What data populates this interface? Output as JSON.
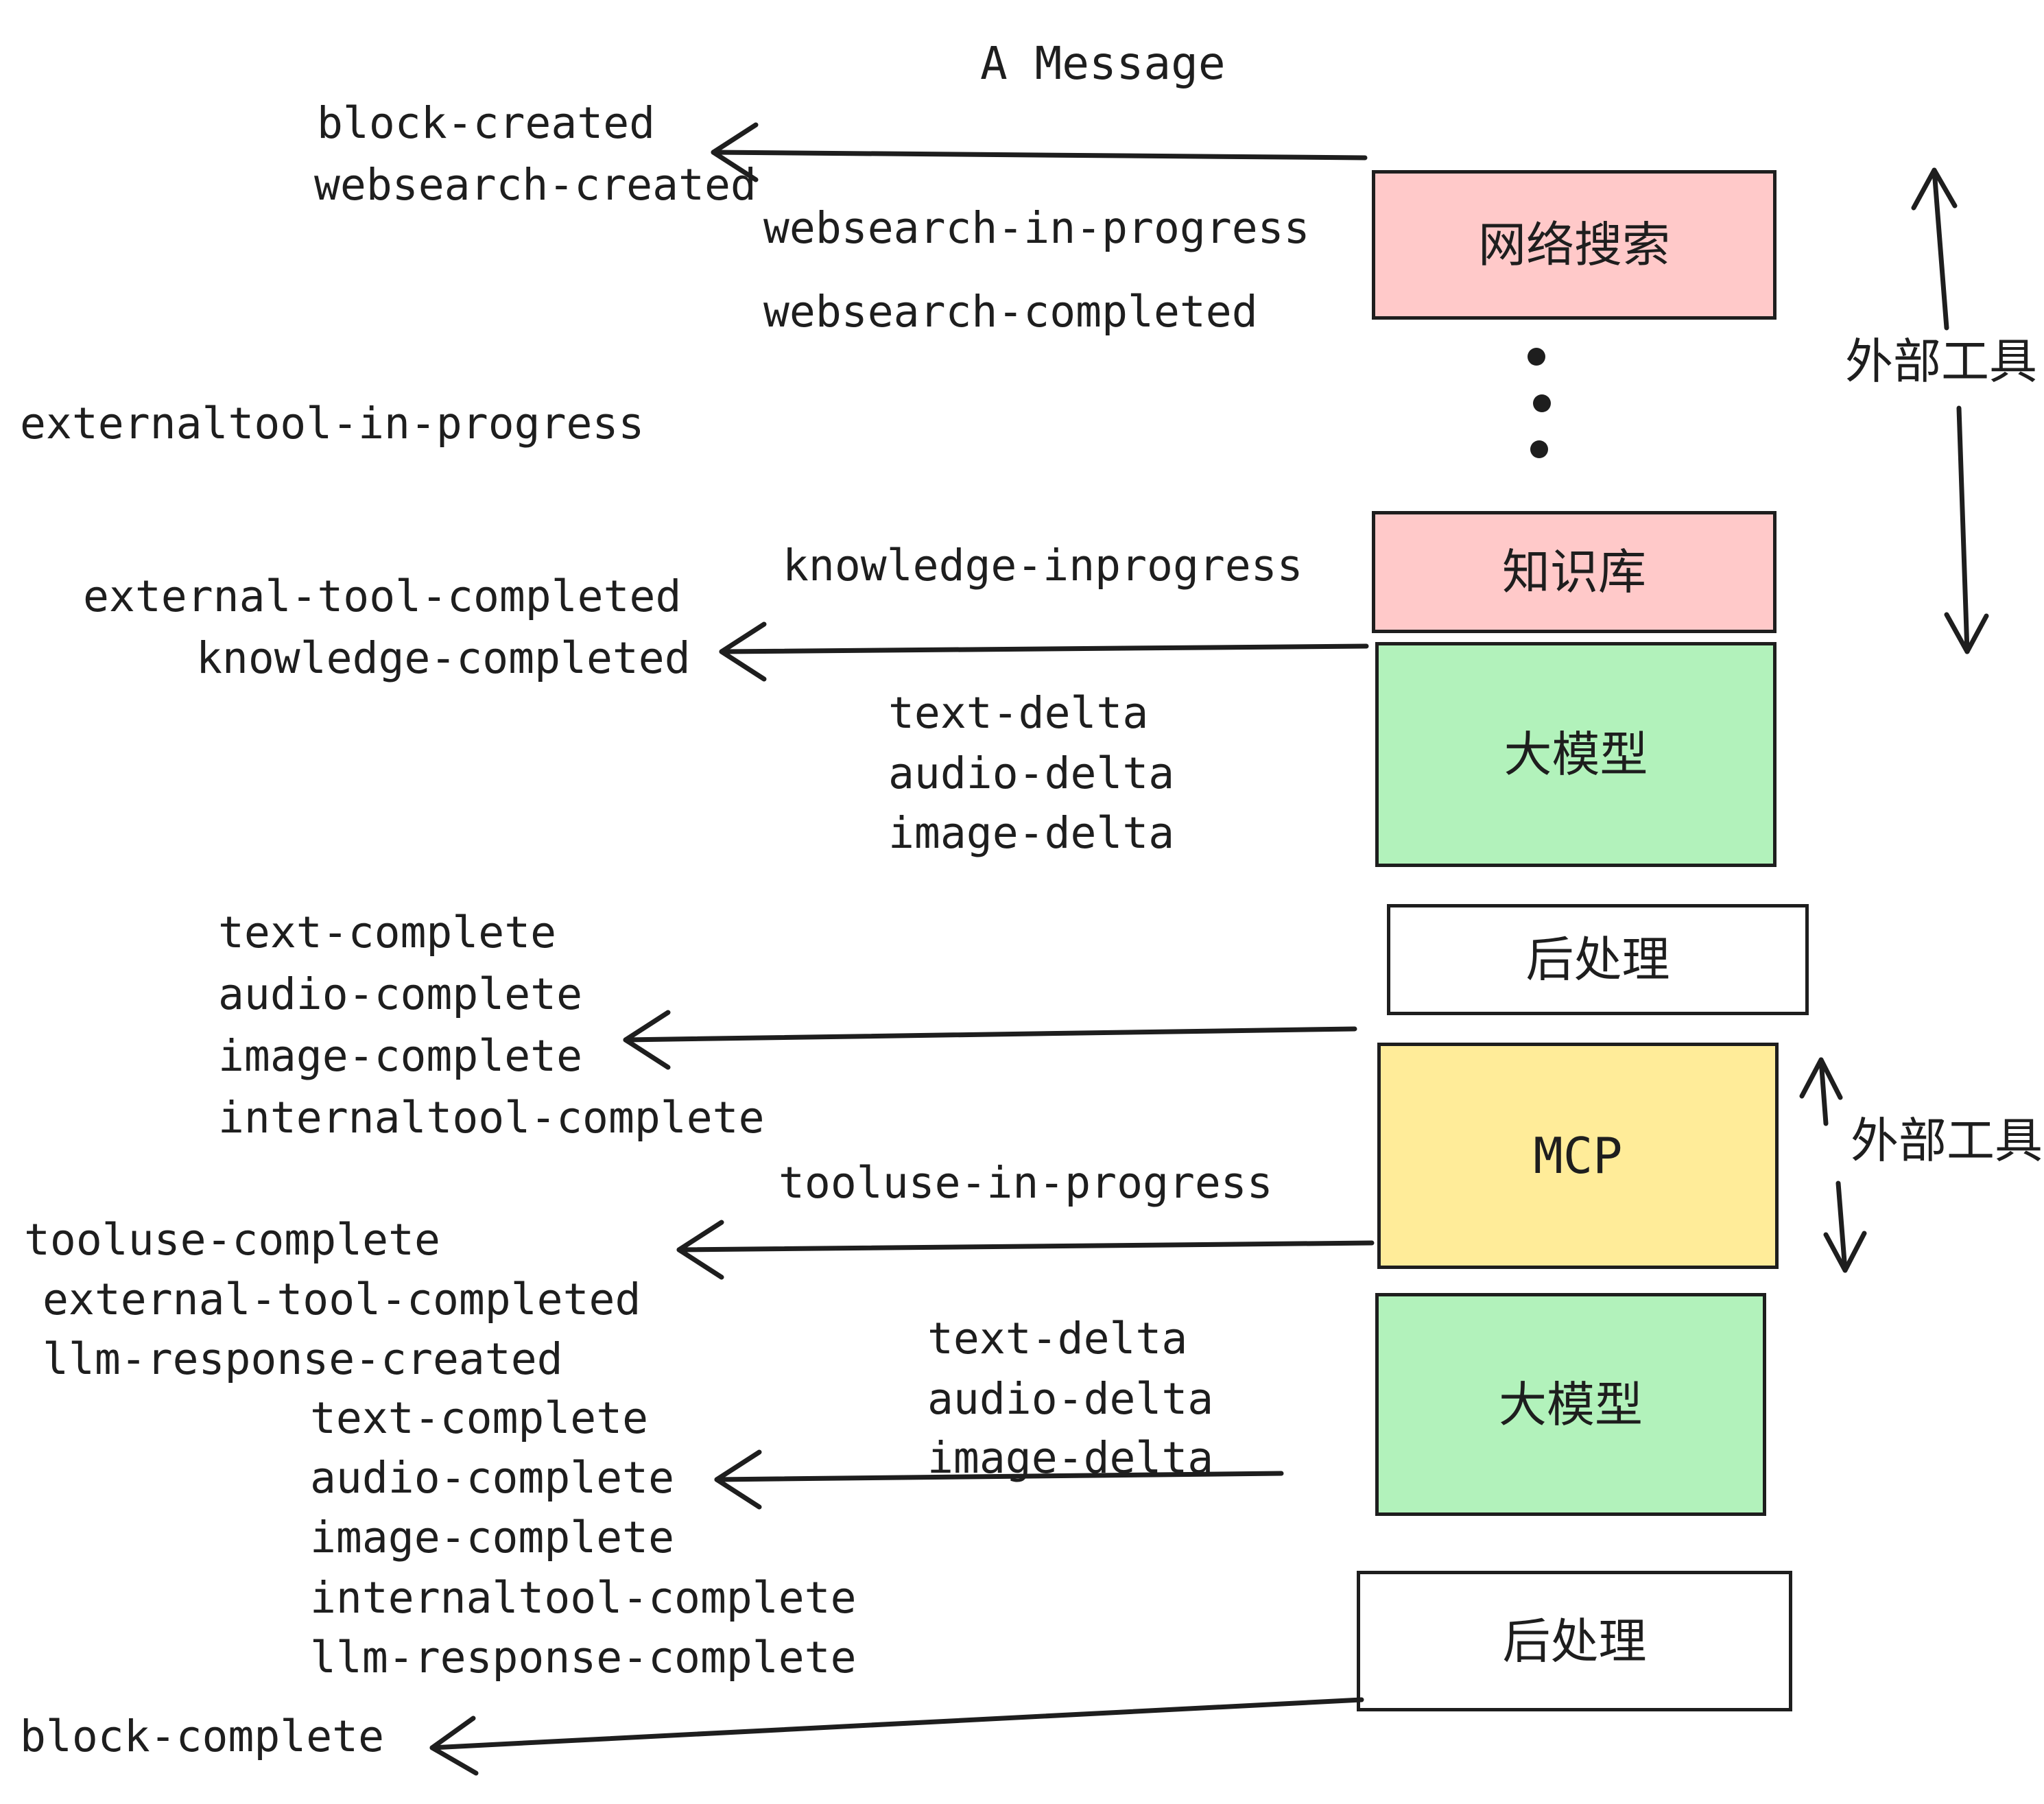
{
  "title": "A Message",
  "events": {
    "block_created": "block-created",
    "websearch_created": "websearch-created",
    "websearch_in_progress": "websearch-in-progress",
    "websearch_completed": "websearch-completed",
    "externaltool_in_progress": "externaltool-in-progress",
    "knowledge_inprogress": "knowledge-inprogress",
    "external_tool_completed": "external-tool-completed",
    "knowledge_completed": "knowledge-completed",
    "text_delta": "text-delta",
    "audio_delta": "audio-delta",
    "image_delta": "image-delta",
    "text_complete": "text-complete",
    "audio_complete": "audio-complete",
    "image_complete": "image-complete",
    "internaltool_complete": "internaltool-complete",
    "tooluse_in_progress": "tooluse-in-progress",
    "tooluse_complete": "tooluse-complete",
    "llm_response_created": "llm-response-created",
    "llm_response_complete": "llm-response-complete",
    "block_complete": "block-complete"
  },
  "boxes": {
    "websearch": "网络搜索",
    "knowledge": "知识库",
    "llm": "大模型",
    "postprocess": "后处理",
    "mcp": "MCP"
  },
  "annotations": {
    "external_tools": "外部工具"
  },
  "colors": {
    "pink": "#ffc9c9",
    "green": "#b2f2bb",
    "yellow": "#ffec99",
    "ink": "#1e1e1e",
    "paper": "#ffffff"
  }
}
